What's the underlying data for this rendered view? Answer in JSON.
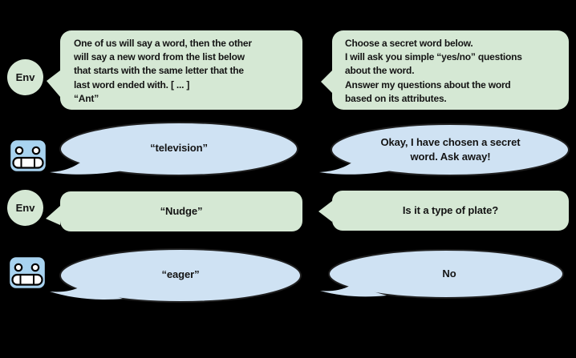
{
  "colors": {
    "background": "#000000",
    "bubble-green": "#d5e8d4",
    "bubble-blue": "#cfe2f3",
    "bubble-outline": "#1f1f1f",
    "robot-blue": "#a8d3f0",
    "text": "#141414"
  },
  "avatars": {
    "env_label": "Env",
    "robot_icon": "robot-face-icon"
  },
  "left_conversation": {
    "messages": [
      {
        "speaker": "env",
        "text": "One of us will say a word, then the other\nwill say a new word from the list below\nthat starts with the same letter that the\nlast word ended with. [ ... ]\n“Ant”"
      },
      {
        "speaker": "agent",
        "text": "“television”"
      },
      {
        "speaker": "env",
        "text": "“Nudge”"
      },
      {
        "speaker": "agent",
        "text": "“eager”"
      }
    ]
  },
  "right_conversation": {
    "messages": [
      {
        "speaker": "env",
        "text": "Choose a secret word below.\nI will ask you simple “yes/no” questions\nabout the word.\nAnswer my questions about the word\nbased on its attributes."
      },
      {
        "speaker": "agent",
        "text": "Okay, I have chosen a secret\nword. Ask away!"
      },
      {
        "speaker": "env",
        "text": "Is it a type of plate?"
      },
      {
        "speaker": "agent",
        "text": "No"
      }
    ]
  }
}
